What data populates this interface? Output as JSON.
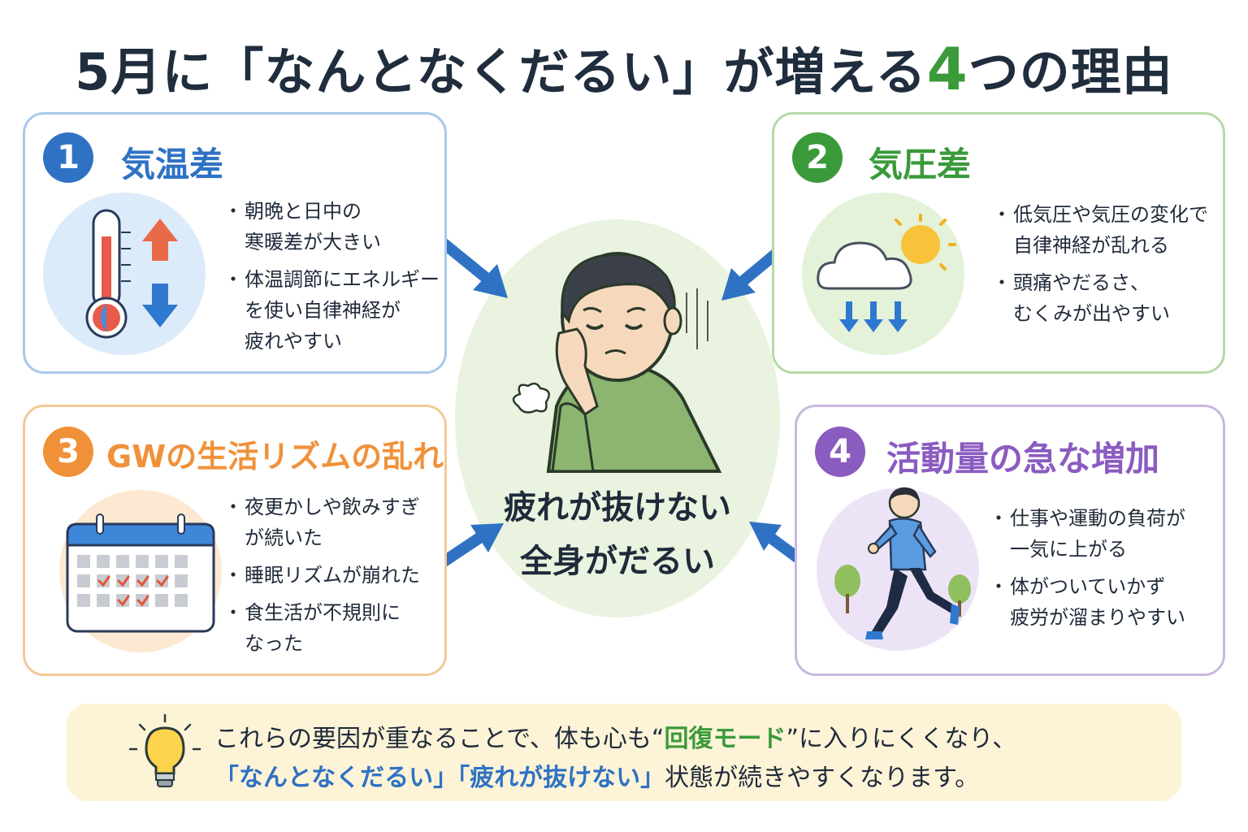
{
  "title": {
    "before": "5月に「なんとなくだるい」が増える",
    "number": "4",
    "after": "つの理由"
  },
  "cards": [
    {
      "number": "1",
      "heading": "気温差",
      "icon": "thermometer-icon",
      "color": "#2f72c4",
      "bullets": [
        {
          "lines": [
            "朝晩と日中の",
            "寒暖差が大きい"
          ]
        },
        {
          "lines": [
            "体温調節にエネルギー",
            "を使い自律神経が",
            "疲れやすい"
          ]
        }
      ]
    },
    {
      "number": "2",
      "heading": "気圧差",
      "icon": "cloud-sun-icon",
      "color": "#3a9a3a",
      "bullets": [
        {
          "lines": [
            "低気圧や気圧の変化で",
            "自律神経が乱れる"
          ]
        },
        {
          "lines": [
            "頭痛やだるさ、",
            "むくみが出やすい"
          ]
        }
      ]
    },
    {
      "number": "3",
      "heading": "GWの生活リズムの乱れ",
      "icon": "calendar-icon",
      "color": "#f0913a",
      "bullets": [
        {
          "lines": [
            "夜更かしや飲みすぎ",
            "が続いた"
          ]
        },
        {
          "lines": [
            "睡眠リズムが崩れた"
          ]
        },
        {
          "lines": [
            "食生活が不規則に",
            "なった"
          ]
        }
      ]
    },
    {
      "number": "4",
      "heading": "活動量の急な増加",
      "icon": "running-man-icon",
      "color": "#8a5cc0",
      "bullets": [
        {
          "lines": [
            "仕事や運動の負荷が",
            "一気に上がる"
          ]
        },
        {
          "lines": [
            "体がついていかず",
            "疲労が溜まりやすい"
          ]
        }
      ]
    }
  ],
  "center": {
    "line1": "疲れが抜けない",
    "line2": "全身がだるい",
    "icon": "tired-man-icon"
  },
  "footer": {
    "icon": "lightbulb-icon",
    "line1_before": "これらの要因が重なることで、体も心も“",
    "line1_highlight": "回復モード",
    "line1_after": "”に入りにくくなり、",
    "line2_q1": "「なんとなくだるい」",
    "line2_q2": "「疲れが抜けない」",
    "line2_after": "状態が続きやすくなります。"
  }
}
